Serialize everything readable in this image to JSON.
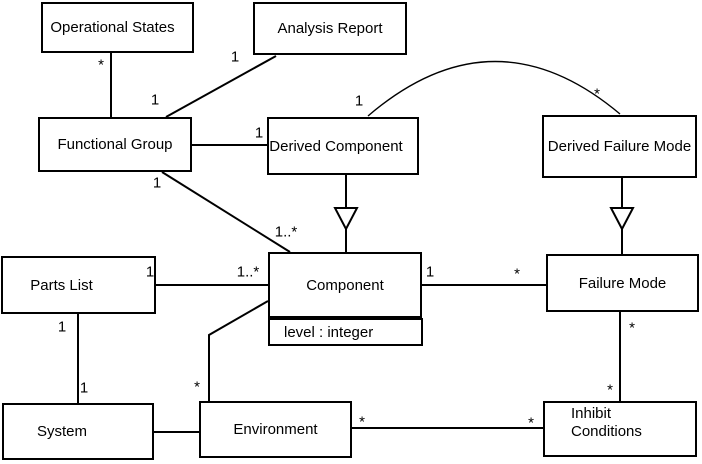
{
  "diagram_type": "uml-class-diagram",
  "colors": {
    "background": "#ffffff",
    "line": "#000000",
    "text": "#000000"
  },
  "classes": {
    "operational_states": {
      "label": "Operational States"
    },
    "analysis_report": {
      "label": "Analysis Report"
    },
    "functional_group": {
      "label": "Functional Group"
    },
    "derived_component": {
      "label": "Derived Component"
    },
    "derived_failure_mode": {
      "label": "Derived Failure Mode"
    },
    "component": {
      "label": "Component",
      "attributes": [
        "level : integer"
      ]
    },
    "parts_list": {
      "label": "Parts List"
    },
    "failure_mode": {
      "label": "Failure Mode"
    },
    "system": {
      "label": "System"
    },
    "environment": {
      "label": "Environment"
    },
    "inhibit_conditions": {
      "lines": [
        "Inhibit",
        "Conditions"
      ]
    }
  },
  "multiplicities": {
    "operational_states_end": "*",
    "functional_group_top": "1",
    "analysis_report_end": "1",
    "derived_component_left": "1",
    "curve_derived_component_end": "1",
    "curve_derived_failure_mode_end": "*",
    "functional_group_bottom": "1",
    "component_top_left": "1..*",
    "parts_list_right": "1",
    "component_left": "1..*",
    "parts_list_bottom": "1",
    "system_top": "1",
    "component_right": "1",
    "failure_mode_left": "*",
    "failure_mode_bottom": "*",
    "inhibit_conditions_top": "*",
    "environment_top": "*",
    "environment_right": "*",
    "inhibit_conditions_left": "*"
  }
}
